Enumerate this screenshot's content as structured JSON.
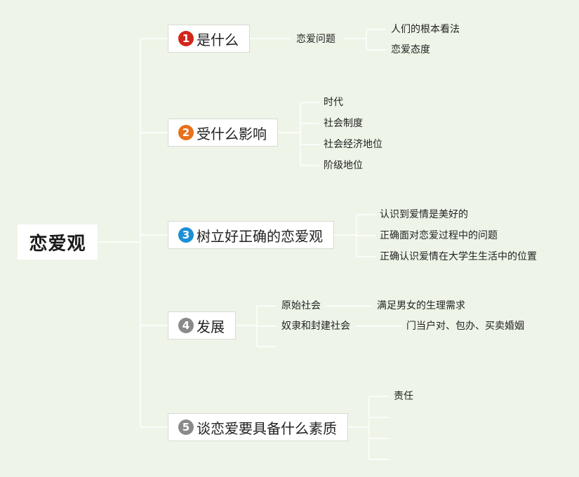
{
  "root": {
    "label": "恋爱观"
  },
  "topics": [
    {
      "number": "1",
      "label": "是什么",
      "marker_color": "#d3261b",
      "sub": [
        {
          "label": "恋爱问题",
          "children": [
            "人们的根本看法",
            "恋爱态度"
          ]
        }
      ]
    },
    {
      "number": "2",
      "label": "受什么影响",
      "marker_color": "#e8711c",
      "sub": [
        {
          "label": "时代"
        },
        {
          "label": "社会制度"
        },
        {
          "label": "社会经济地位"
        },
        {
          "label": "阶级地位"
        }
      ]
    },
    {
      "number": "3",
      "label": "树立好正确的恋爱观",
      "marker_color": "#1c8fd6",
      "sub": [
        {
          "label": "认识到爱情是美好的"
        },
        {
          "label": "正确面对恋爱过程中的问题"
        },
        {
          "label": "正确认识爱情在大学生生活中的位置"
        }
      ]
    },
    {
      "number": "4",
      "label": "发展",
      "marker_color": "#8a8a8a",
      "sub": [
        {
          "label": "原始社会",
          "children": [
            "满足男女的生理需求"
          ]
        },
        {
          "label": "奴隶和封建社会",
          "children": [
            "门当户对、包办、买卖婚姻"
          ]
        },
        {
          "label": ""
        }
      ]
    },
    {
      "number": "5",
      "label": "谈恋爱要具备什么素质",
      "marker_color": "#8a8a8a",
      "sub": [
        {
          "label": "责任"
        },
        {
          "label": ""
        },
        {
          "label": ""
        },
        {
          "label": ""
        }
      ]
    }
  ]
}
